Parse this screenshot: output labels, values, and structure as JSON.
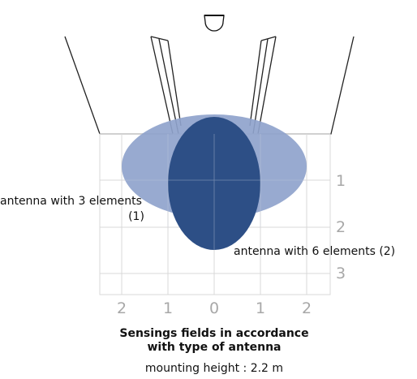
{
  "labels": {
    "antenna3_line1": "antenna with 3 elements",
    "antenna3_line2": "(1)",
    "antenna6": "antenna with 6 elements (2)"
  },
  "scale": {
    "depth": [
      "1",
      "2",
      "3"
    ],
    "width": [
      "2",
      "1",
      "0",
      "1",
      "2"
    ]
  },
  "caption": {
    "line1": "Sensings fields in accordance",
    "line2": "with type of antenna",
    "line3": "mounting height : 2.2 m"
  },
  "colors": {
    "field_3_elements": "#8fa3cc",
    "field_6_elements": "#2d4f86",
    "grid": "#d9d9d9",
    "scale_text": "#a8a8a8"
  },
  "icons": [
    "sensor-dome-icon"
  ]
}
